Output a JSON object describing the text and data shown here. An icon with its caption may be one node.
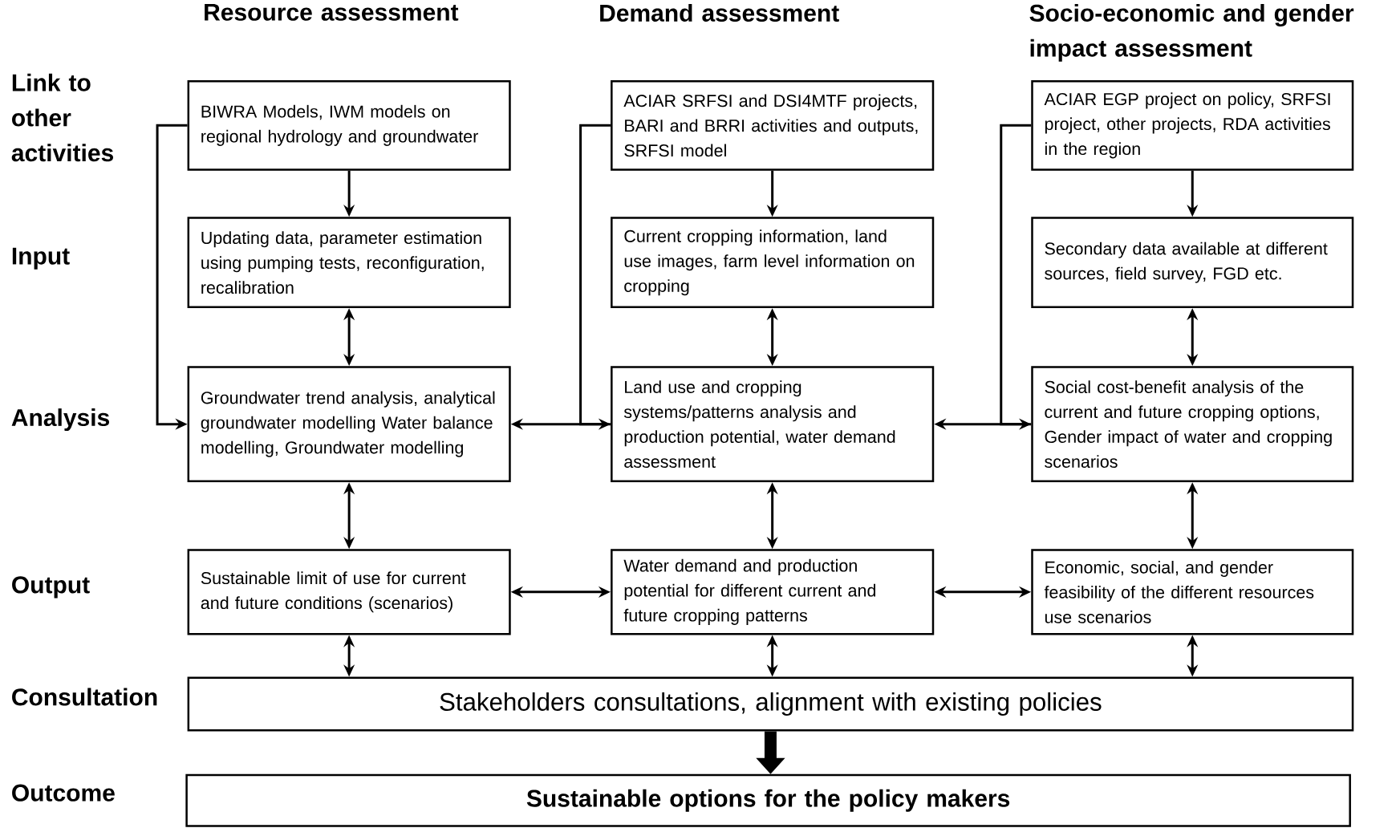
{
  "diagram": {
    "nodes": [
      {
        "text": [
          "BIWRA Models, IWM models on regional hydrology and groundwater"
        ]
      },
      {
        "text": [
          "ACIAR SRFSI and DSI4MTF projects, BARI and BRRI activities and outputs, SRFSI model"
        ]
      },
      {
        "text": [
          "ACIAR EGP project on policy, SRFSI project, other projects, RDA activities in the region"
        ]
      },
      {
        "text": [
          "Updating data, parameter estimation using pumping tests, reconfiguration, recalibration"
        ]
      },
      {
        "text": [
          "Current cropping information, land use images, farm level information on cropping"
        ]
      },
      {
        "text": [
          "Secondary data available at different sources, field survey, FGD etc."
        ]
      },
      {
        "text": [
          "Groundwater trend analysis, analytical groundwater modelling Water balance modelling, Groundwater modelling"
        ]
      },
      {
        "text": [
          "Land use and cropping systems/patterns analysis and production potential, water demand assessment"
        ]
      },
      {
        "text": [
          "Social cost-benefit analysis of the current and future cropping options,  Gender impact of water and cropping scenarios"
        ]
      },
      {
        "text": [
          "Sustainable limit of use for current and future conditions (scenarios)"
        ]
      },
      {
        "text": [
          "Water demand and production potential for different current and future cropping patterns"
        ]
      },
      {
        "text": [
          "Economic, social, and gender feasibility of the different resources use scenarios"
        ]
      },
      {
        "text": [
          "Stakeholders consultations, alignment with existing policies"
        ]
      },
      {
        "text": [
          "Sustainable options for the policy makers"
        ]
      }
    ],
    "edges": [
      {
        "from": 0,
        "to": 3,
        "arrow": "to"
      },
      {
        "from": 1,
        "to": 4,
        "arrow": "to"
      },
      {
        "from": 2,
        "to": 5,
        "arrow": "to"
      },
      {
        "from": 3,
        "to": 6,
        "arrow": "both"
      },
      {
        "from": 4,
        "to": 7,
        "arrow": "both"
      },
      {
        "from": 5,
        "to": 8,
        "arrow": "both"
      },
      {
        "from": 6,
        "to": 9,
        "arrow": "both"
      },
      {
        "from": 7,
        "to": 10,
        "arrow": "both"
      },
      {
        "from": 8,
        "to": 11,
        "arrow": "both"
      },
      {
        "from": 9,
        "to": 12,
        "arrow": "both"
      },
      {
        "from": 10,
        "to": 12,
        "arrow": "both"
      },
      {
        "from": 11,
        "to": 12,
        "arrow": "both"
      },
      {
        "from": 12,
        "to": 13,
        "arrow": "to",
        "style": "thick"
      },
      {
        "from": 7,
        "to": 6,
        "arrow": "to"
      },
      {
        "from": 8,
        "to": 7,
        "arrow": "to"
      },
      {
        "from": 9,
        "to": 10,
        "arrow": "both"
      },
      {
        "from": 10,
        "to": 11,
        "arrow": "both"
      },
      {
        "from": 0,
        "to": 6,
        "arrow": "to"
      },
      {
        "from": 1,
        "to": 7,
        "arrow": "to"
      },
      {
        "from": 2,
        "to": 8,
        "arrow": "to"
      }
    ],
    "labels": [
      "Resource assessment",
      "Demand assessment",
      "Socio-economic and gender impact assessment",
      "Link to other activities",
      "Input",
      "Analysis",
      "Output",
      "Consultation",
      "Outcome"
    ]
  }
}
